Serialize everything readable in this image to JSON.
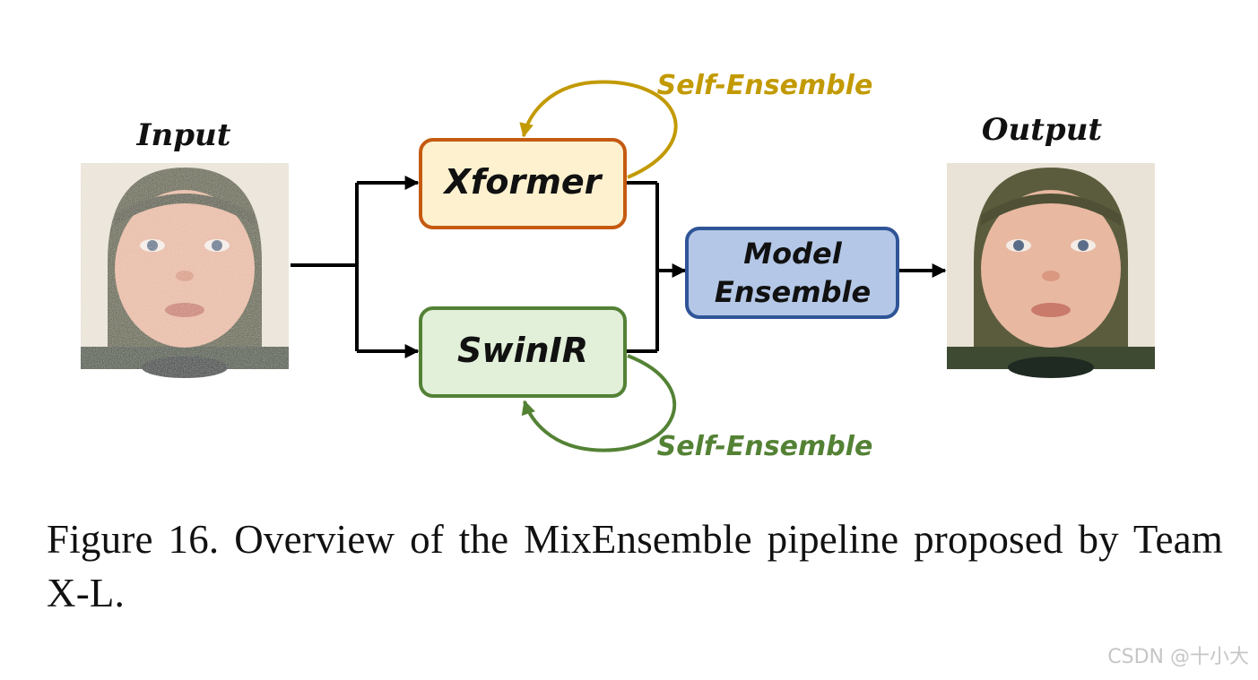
{
  "diagram": {
    "input_label": "Input",
    "output_label": "Output",
    "xformer_label": "Xformer",
    "swinir_label": "SwinIR",
    "ensemble_line1": "Model",
    "ensemble_line2": "Ensemble",
    "self_ensemble_top": "Self-Ensemble",
    "self_ensemble_bottom": "Self-Ensemble",
    "input_image_icon": "noisy-baby-face-photo",
    "output_image_icon": "clean-baby-face-photo"
  },
  "colors": {
    "xformer_fill": "#fdf1cf",
    "xformer_border": "#c55a11",
    "swinir_fill": "#e2efd9",
    "swinir_border": "#538135",
    "ensemble_fill": "#b4c7e7",
    "ensemble_border": "#2f5597",
    "self_ensemble_top": "#c29a00",
    "self_ensemble_bottom": "#548235"
  },
  "caption": "Figure 16.  Overview of the MixEnsemble pipeline proposed by Team X-L.",
  "watermark": "CSDN @十小大"
}
